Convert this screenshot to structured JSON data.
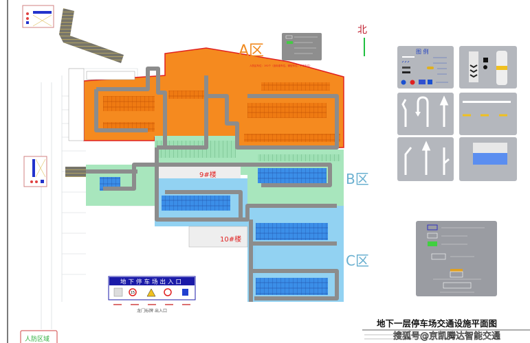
{
  "plan": {
    "title": "地下一层停车场交通设施平面图",
    "watermark": "搜狐号@京凯腾达智能交通",
    "north_label": "北",
    "zones": {
      "a": "A区",
      "b": "B区",
      "c": "C区"
    },
    "buildings": {
      "b9": "9#楼",
      "b10": "10#楼"
    },
    "civil_defense_label": "人防区域",
    "civil_defense_note": "人防区车位：192个（含标准车位、微型车位、子母车位）"
  },
  "legend": {
    "title": "图 例"
  },
  "entrance_sign": {
    "text": "地下停车场出入口",
    "caption": "龙门标牌 出入口",
    "speed_limit": "15"
  },
  "colors": {
    "zone_a": "#f57f17",
    "zone_b": "#8fdcaa",
    "zone_c": "#7ec8ef",
    "road": "#8a8a8a",
    "boundary": "#e02020",
    "sign_blue": "#1a1aa8",
    "panel_gray": "#b3b6bc"
  }
}
